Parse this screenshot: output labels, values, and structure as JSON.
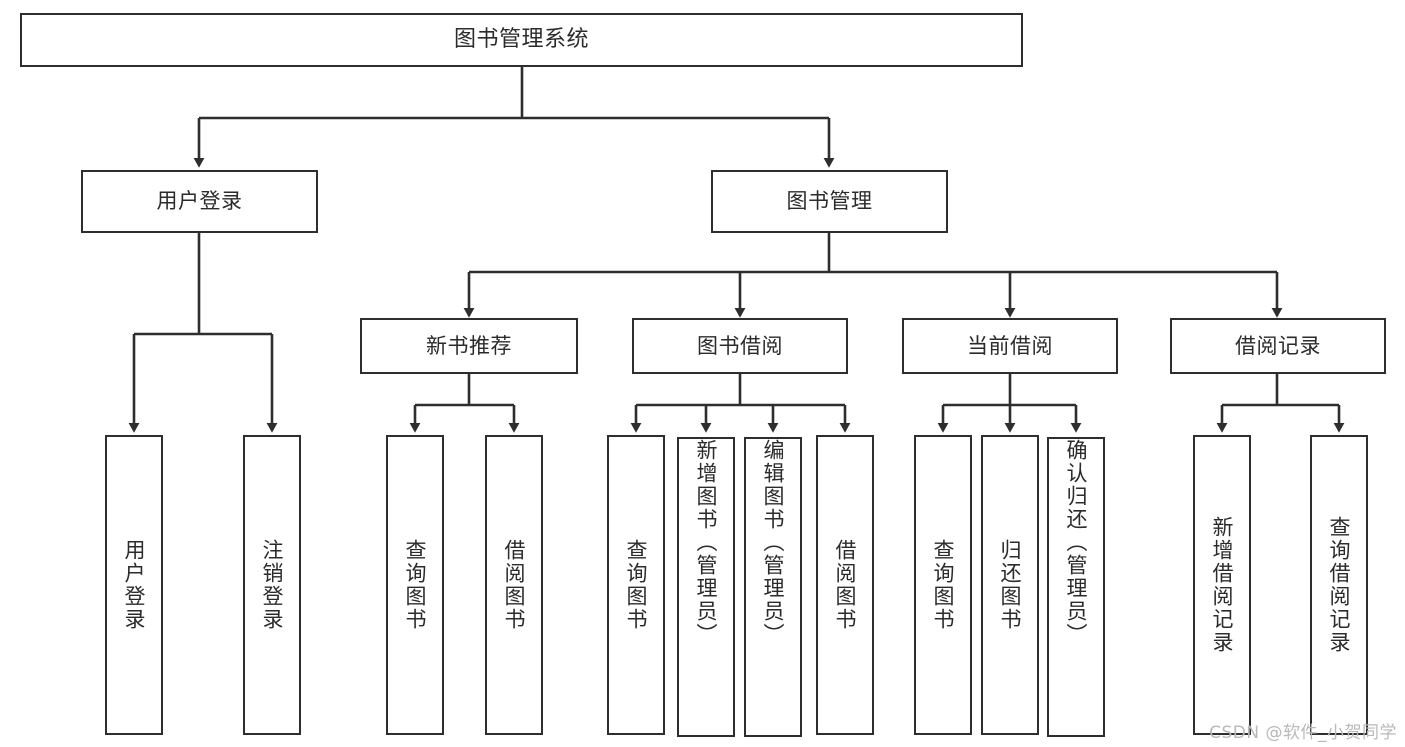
{
  "diagram": {
    "type": "tree-flowchart",
    "title": "图书管理系统",
    "watermark": "CSDN @软件_小贺同学",
    "colors": {
      "box_border": "#2e2e2e",
      "box_fill": "#ffffff",
      "connector": "#2e2e2e",
      "text": "#2b2b2b",
      "watermark": "#b9b9b9"
    },
    "root": {
      "label": "图书管理系统"
    },
    "level2": [
      {
        "label": "用户登录"
      },
      {
        "label": "图书管理"
      }
    ],
    "level3": [
      {
        "label": "新书推荐"
      },
      {
        "label": "图书借阅"
      },
      {
        "label": "当前借阅"
      },
      {
        "label": "借阅记录"
      }
    ],
    "leaves": {
      "user_login": [
        {
          "label": "用户登录"
        },
        {
          "label": "注销登录"
        }
      ],
      "new_book_recommend": [
        {
          "label": "查询图书"
        },
        {
          "label": "借阅图书"
        }
      ],
      "book_borrow": [
        {
          "label": "查询图书"
        },
        {
          "label": "新增图书（管理员）"
        },
        {
          "label": "编辑图书（管理员）"
        },
        {
          "label": "借阅图书"
        }
      ],
      "current_borrow": [
        {
          "label": "查询图书"
        },
        {
          "label": "归还图书"
        },
        {
          "label": "确认归还（管理员）"
        }
      ],
      "borrow_record": [
        {
          "label": "新增借阅记录"
        },
        {
          "label": "查询借阅记录"
        }
      ]
    }
  }
}
